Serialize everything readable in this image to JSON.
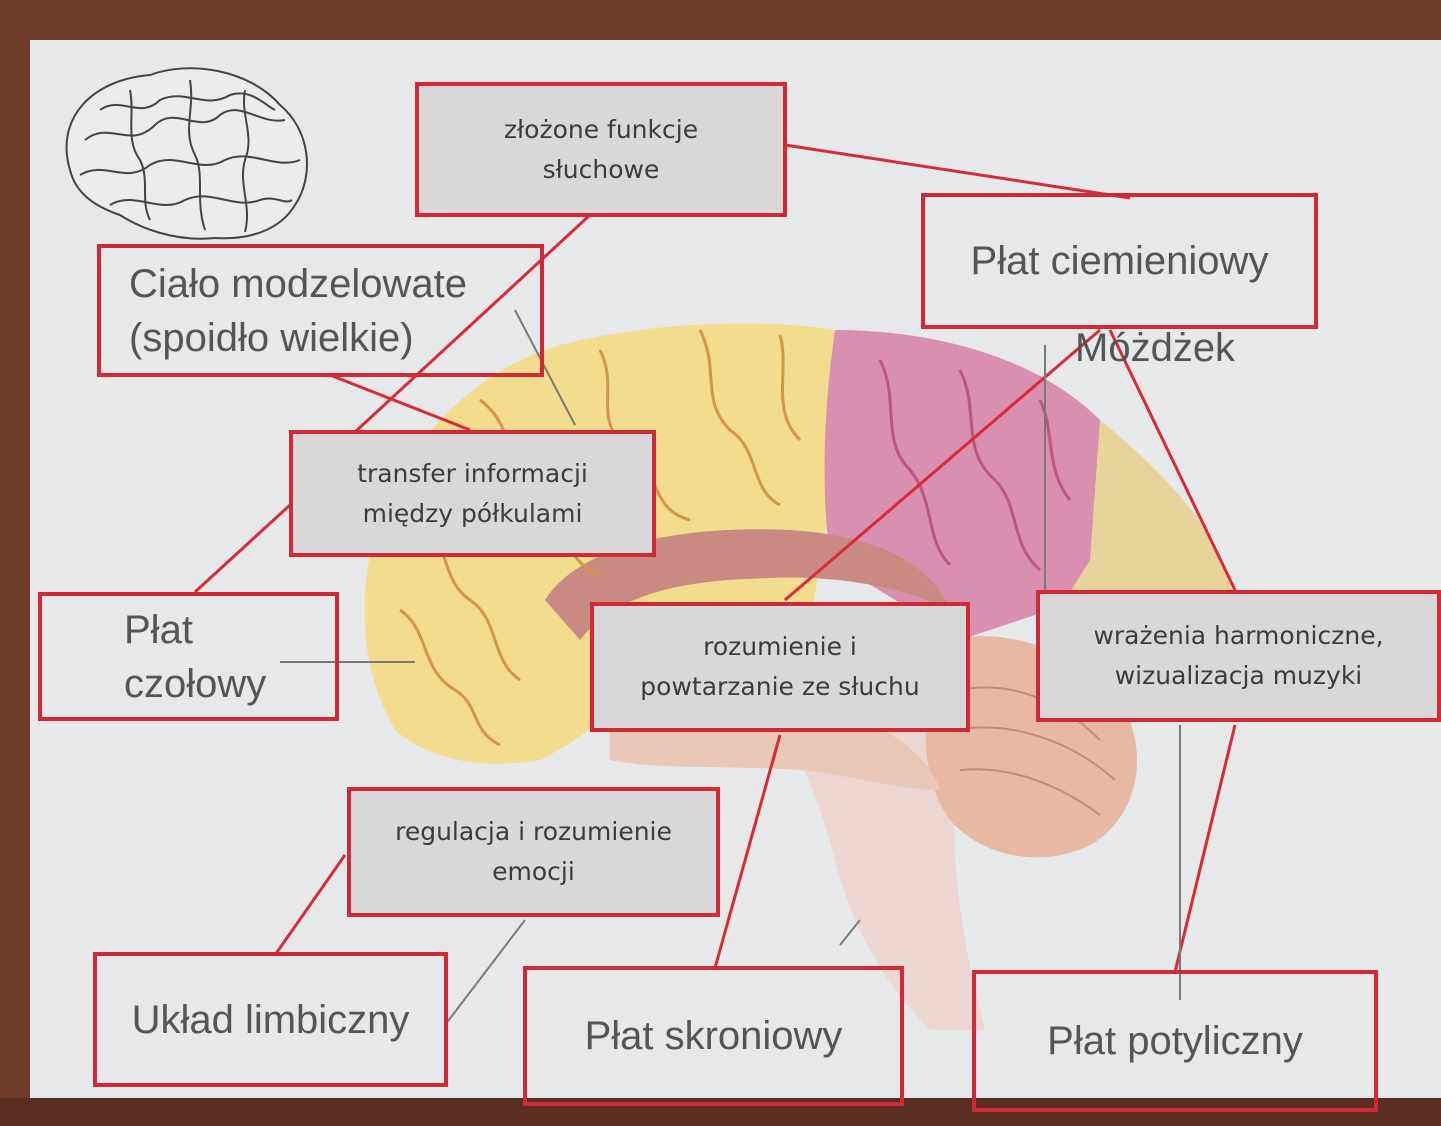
{
  "labels": {
    "zlozone": "złożone funkcje\nsłuchowe",
    "cialo": "Ciało modzelowate\n(spoidło wielkie)",
    "ciemieniowy": "Płat ciemieniowy",
    "mozdzek": "Móżdżek",
    "transfer": "transfer informacji\nmiędzy półkulami",
    "czolowy": "Płat\nczołowy",
    "rozumienie": "rozumienie i\npowtarzanie ze słuchu",
    "wrazenia": "wrażenia harmoniczne,\nwizualizacja muzyki",
    "regulacja": "regulacja i rozumienie\nemocji",
    "limbiczny": "Układ limbiczny",
    "skroniowy": "Płat skroniowy",
    "potyliczny": "Płat potyliczny"
  },
  "colors": {
    "box_border": "#cf2a36",
    "frontal": "#f3dc8e",
    "parietal": "#d98fb0",
    "occipital": "#e8d49a",
    "cerebellum": "#e7b9a3",
    "brainstem": "#ecd6d2",
    "callosum": "#c98a82",
    "connector": "#d72c38"
  }
}
